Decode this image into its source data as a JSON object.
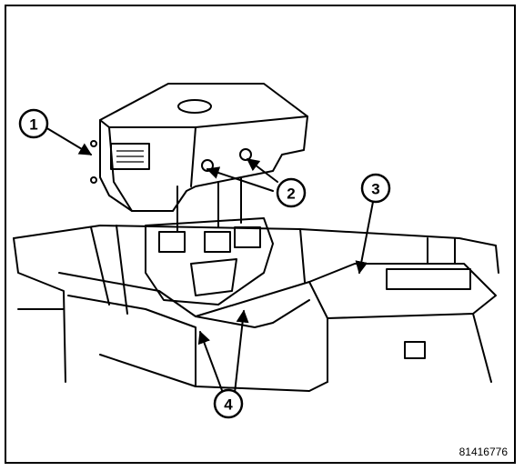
{
  "callouts": [
    {
      "id": "1",
      "label": "1"
    },
    {
      "id": "2",
      "label": "2"
    },
    {
      "id": "3",
      "label": "3"
    },
    {
      "id": "4",
      "label": "4"
    }
  ],
  "figure_id": "81416776"
}
